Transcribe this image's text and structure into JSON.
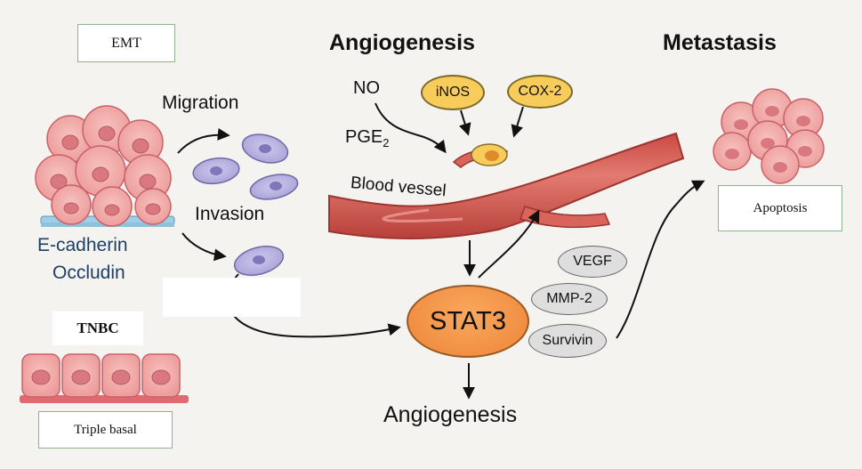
{
  "boxes": {
    "emt": "EMT",
    "apoptosis": "Apoptosis",
    "tnbc": "TNBC",
    "triple_basal": "Triple basal"
  },
  "headings": {
    "angiogenesis_top": "Angiogenesis",
    "metastasis": "Metastasis"
  },
  "labels": {
    "migration": "Migration",
    "invasion": "Invasion",
    "e_cadherin": "E-cadherin",
    "occludin": "Occludin",
    "no": "NO",
    "pge2_main": "PGE",
    "pge2_sub": "2",
    "blood_vessel": "Blood vessel",
    "angiogenesis_bottom": "Angiogenesis"
  },
  "nodes": {
    "inos": "iNOS",
    "cox2": "COX-2",
    "stat3": "STAT3",
    "vegf": "VEGF",
    "mmp2": "MMP-2",
    "survivin": "Survivin"
  },
  "colors": {
    "cell_pink": "#f2a7a5",
    "cell_nucleus": "#d9787e",
    "migrating_cell": "#b9b4e0",
    "vessel_red": "#d8645c",
    "stat3_orange": "#f3903f",
    "yellow_node": "#f7cc5a",
    "gray_node": "#dedede",
    "box_border": "#8fb28a"
  }
}
